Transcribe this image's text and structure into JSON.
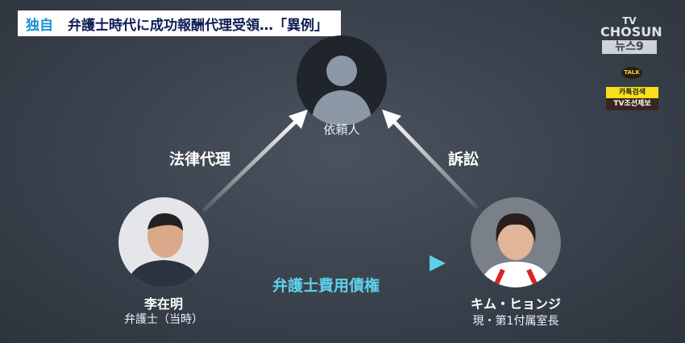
{
  "header": {
    "exclusive": "独自",
    "headline": "弁護士時代に成功報酬代理受領…「異例」"
  },
  "broadcaster": {
    "tv": "TV",
    "name": "CHOSUN",
    "program": "뉴스9",
    "talk": "TALK",
    "kakao_search": "카톡검색",
    "report": "TV조선제보"
  },
  "diagram": {
    "client": "依頼人",
    "left_arrow": "法律代理",
    "right_arrow": "訴訟",
    "bottom_arrow": "弁護士費用債権",
    "person_left": {
      "name": "李在明",
      "role": "弁護士（当時）"
    },
    "person_right": {
      "name": "キム・ヒョンジ",
      "role": "現・第1付属室長"
    }
  },
  "colors": {
    "accent": "#1a8fd0",
    "bottom_arrow": "#5fd0ea"
  }
}
